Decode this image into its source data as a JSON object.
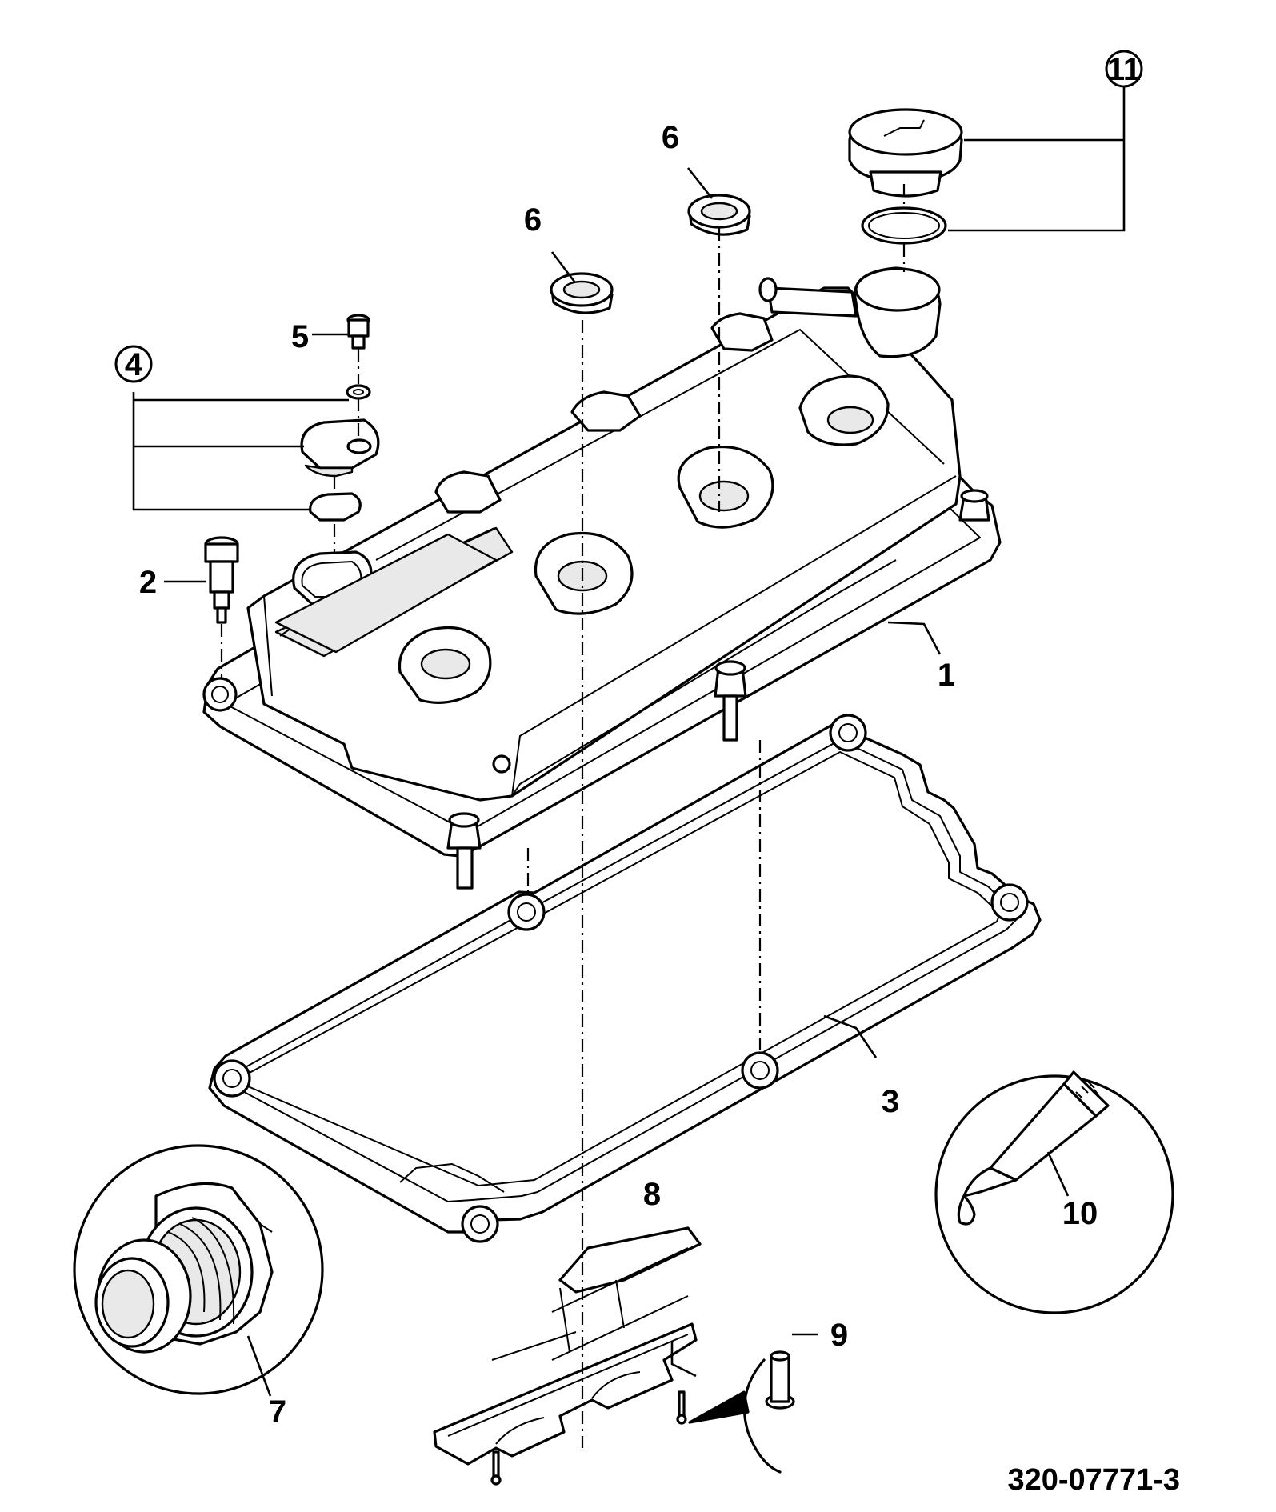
{
  "labels": {
    "cover": "1",
    "bolt": "2",
    "gasket": "3",
    "access_kit": "4",
    "small_bolt": "5",
    "seal_a": "6",
    "seal_b": "6",
    "plug": "7",
    "heat_shield": "8",
    "rivet": "9",
    "sealant": "10",
    "filler_cap_kit": "11"
  },
  "drawing_code": "320-07771-3"
}
